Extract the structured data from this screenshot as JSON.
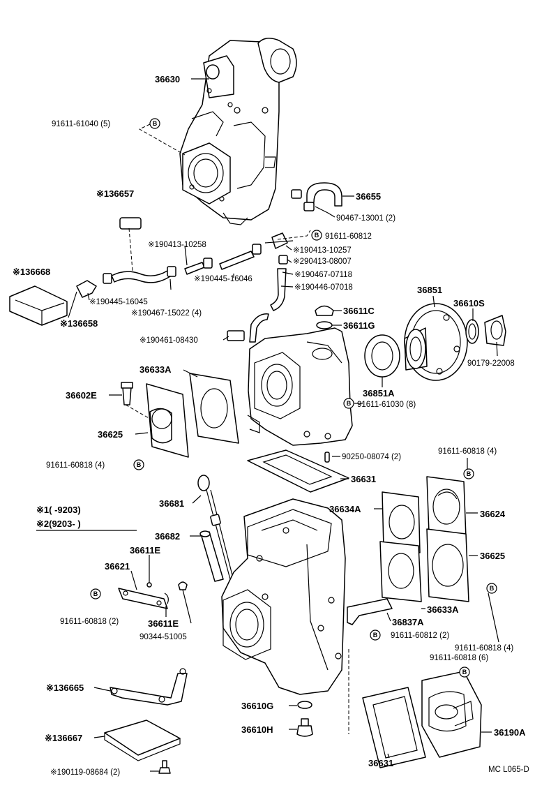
{
  "labels": {
    "p36630": "36630",
    "p91611_61040": "91611-61040 (5)",
    "p36655": "36655",
    "p90467_13001": "90467-13001 (2)",
    "p91611_60812a": "91611-60812",
    "p36657": "※136657",
    "p190413_10258": "※190413-10258",
    "p190413_10257": "※190413-10257",
    "p290413_08007": "※290413-08007",
    "p190467_07118": "※190467-07118",
    "p190446_07018": "※190446-07018",
    "p190445_16046": "※190445-16046",
    "p36668": "※136668",
    "p190445_16045": "※190445-16045",
    "p190467_15022": "※190467-15022 (4)",
    "p36658": "※136658",
    "p36611C": "36611C",
    "p36611G": "36611G",
    "p36851": "36851",
    "p36610S": "36610S",
    "p90179_22008": "90179-22008",
    "p190461_08430": "※190461-08430",
    "p36633A_top": "36633A",
    "p36602E": "36602E",
    "p36625_left": "36625",
    "p36851A": "36851A",
    "p91611_61030": "91611-61030 (8)",
    "p91611_60818_4a": "91611-60818 (4)",
    "p90250_08074": "90250-08074 (2)",
    "p91611_60818_4b": "91611-60818 (4)",
    "p36631_top": "36631",
    "note1": "※1(      -9203)",
    "note2": "※2(9203-        )",
    "p36681": "36681",
    "p36634A": "36634A",
    "p36624": "36624",
    "p36682": "36682",
    "p36611E_top": "36611E",
    "p36625_right": "36625",
    "p36621": "36621",
    "p91611_60818_2": "91611-60818 (2)",
    "p36611E_bot": "36611E",
    "p90344_51005": "90344-51005",
    "p36633A_bot": "36633A",
    "p36837A": "36837A",
    "p91611_60812_2": "91611-60812 (2)",
    "p91611_60818_4c": "91611-60818 (4)",
    "p91611_60818_6": "91611-60818 (6)",
    "p36665": "※136665",
    "p36667": "※136667",
    "p36610G": "36610G",
    "p36610H": "36610H",
    "p36190A": "36190A",
    "p36631_bot": "36631",
    "p190119_08684": "※190119-08684 (2)",
    "code": "MC L065-D",
    "bolt_symbol": "B"
  }
}
